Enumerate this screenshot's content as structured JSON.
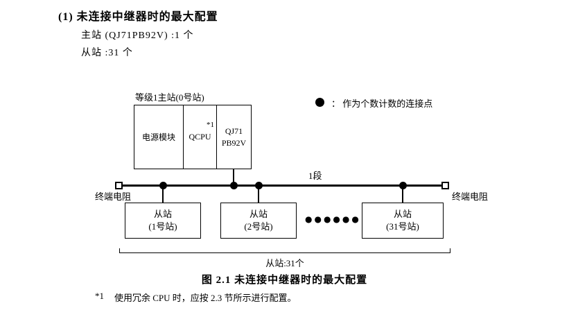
{
  "page": {
    "heading": "(1) 未连接中继器时的最大配置",
    "master_line": "主站 (QJ71PB92V) :1 个",
    "slave_line": "从站 :31 个",
    "caption": "图 2.1 未连接中继器时的最大配置",
    "footnote": {
      "marker": "*1",
      "text": "使用冗余 CPU 时，应按 2.3 节所示进行配置。"
    }
  },
  "diagram": {
    "master_station_label": "等级1主站(0号站)",
    "modules": [
      {
        "label": "电源模块"
      },
      {
        "label": "QCPU",
        "note": "*1"
      },
      {
        "label": "QJ71\nPB92V"
      }
    ],
    "legend_text": "：  作为个数计数的连接点",
    "segment_label": "1段",
    "left_terminator_label": "终端电阻",
    "right_terminator_label": "终端电阻",
    "slaves": [
      {
        "name": "从站",
        "station": "(1号站)"
      },
      {
        "name": "从站",
        "station": "(2号站)"
      },
      {
        "name": "从站",
        "station": "(31号站)"
      }
    ],
    "ellipsis": "●●●●●●",
    "slave_count_label": "从站:31个",
    "colors": {
      "line": "#000000",
      "background": "#ffffff"
    }
  }
}
